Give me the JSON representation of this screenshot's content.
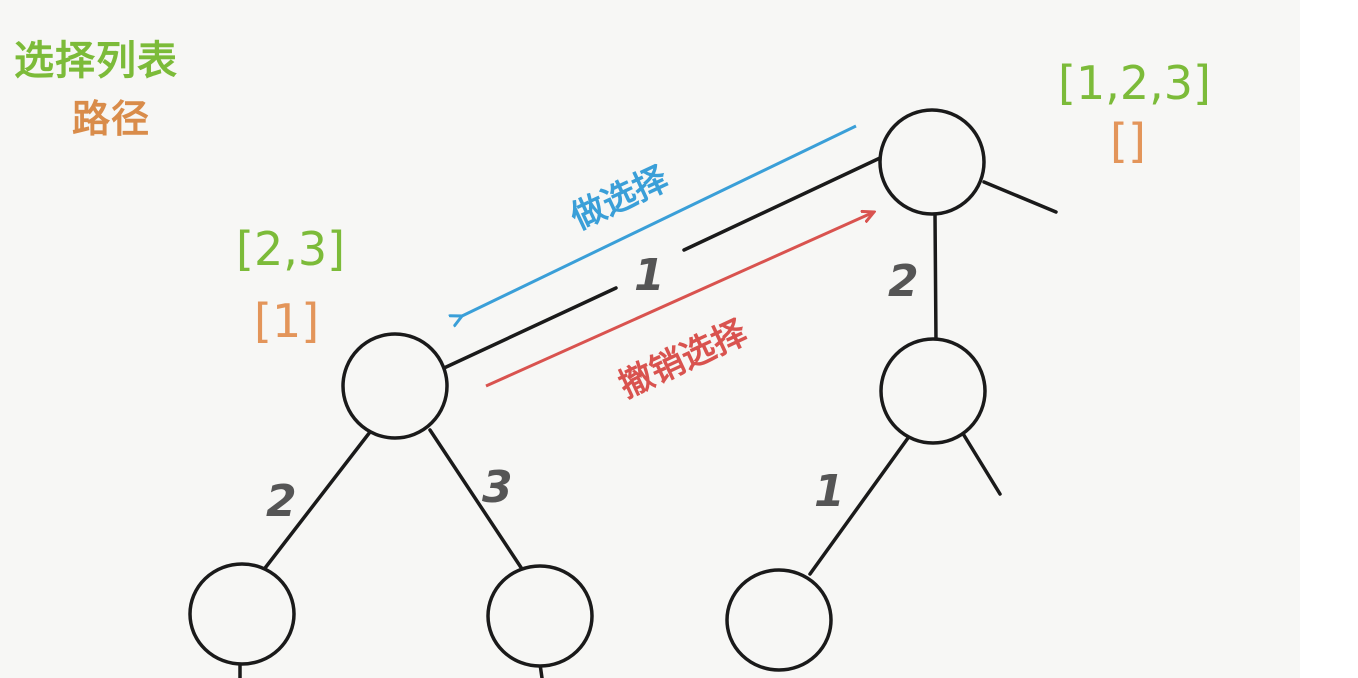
{
  "legend": {
    "choices_label": "选择列表",
    "path_label": "路径"
  },
  "root_state": {
    "choices": "[1,2,3]",
    "path": "[]"
  },
  "left_state": {
    "choices": "[2,3]",
    "path": "[1]"
  },
  "edge_labels": {
    "root_to_left": "1",
    "root_to_right": "2",
    "left_to_ll": "2",
    "left_to_lr": "3",
    "right_to_rl": "1"
  },
  "actions": {
    "make_choice": "做选择",
    "undo_choice": "撤销选择"
  },
  "colors": {
    "choices": "#7cbb39",
    "path": "#e3955a",
    "make_choice": "#3a9fd8",
    "undo_choice": "#d9534f",
    "edge": "#1a1a1a",
    "edge_label": "#555555"
  }
}
